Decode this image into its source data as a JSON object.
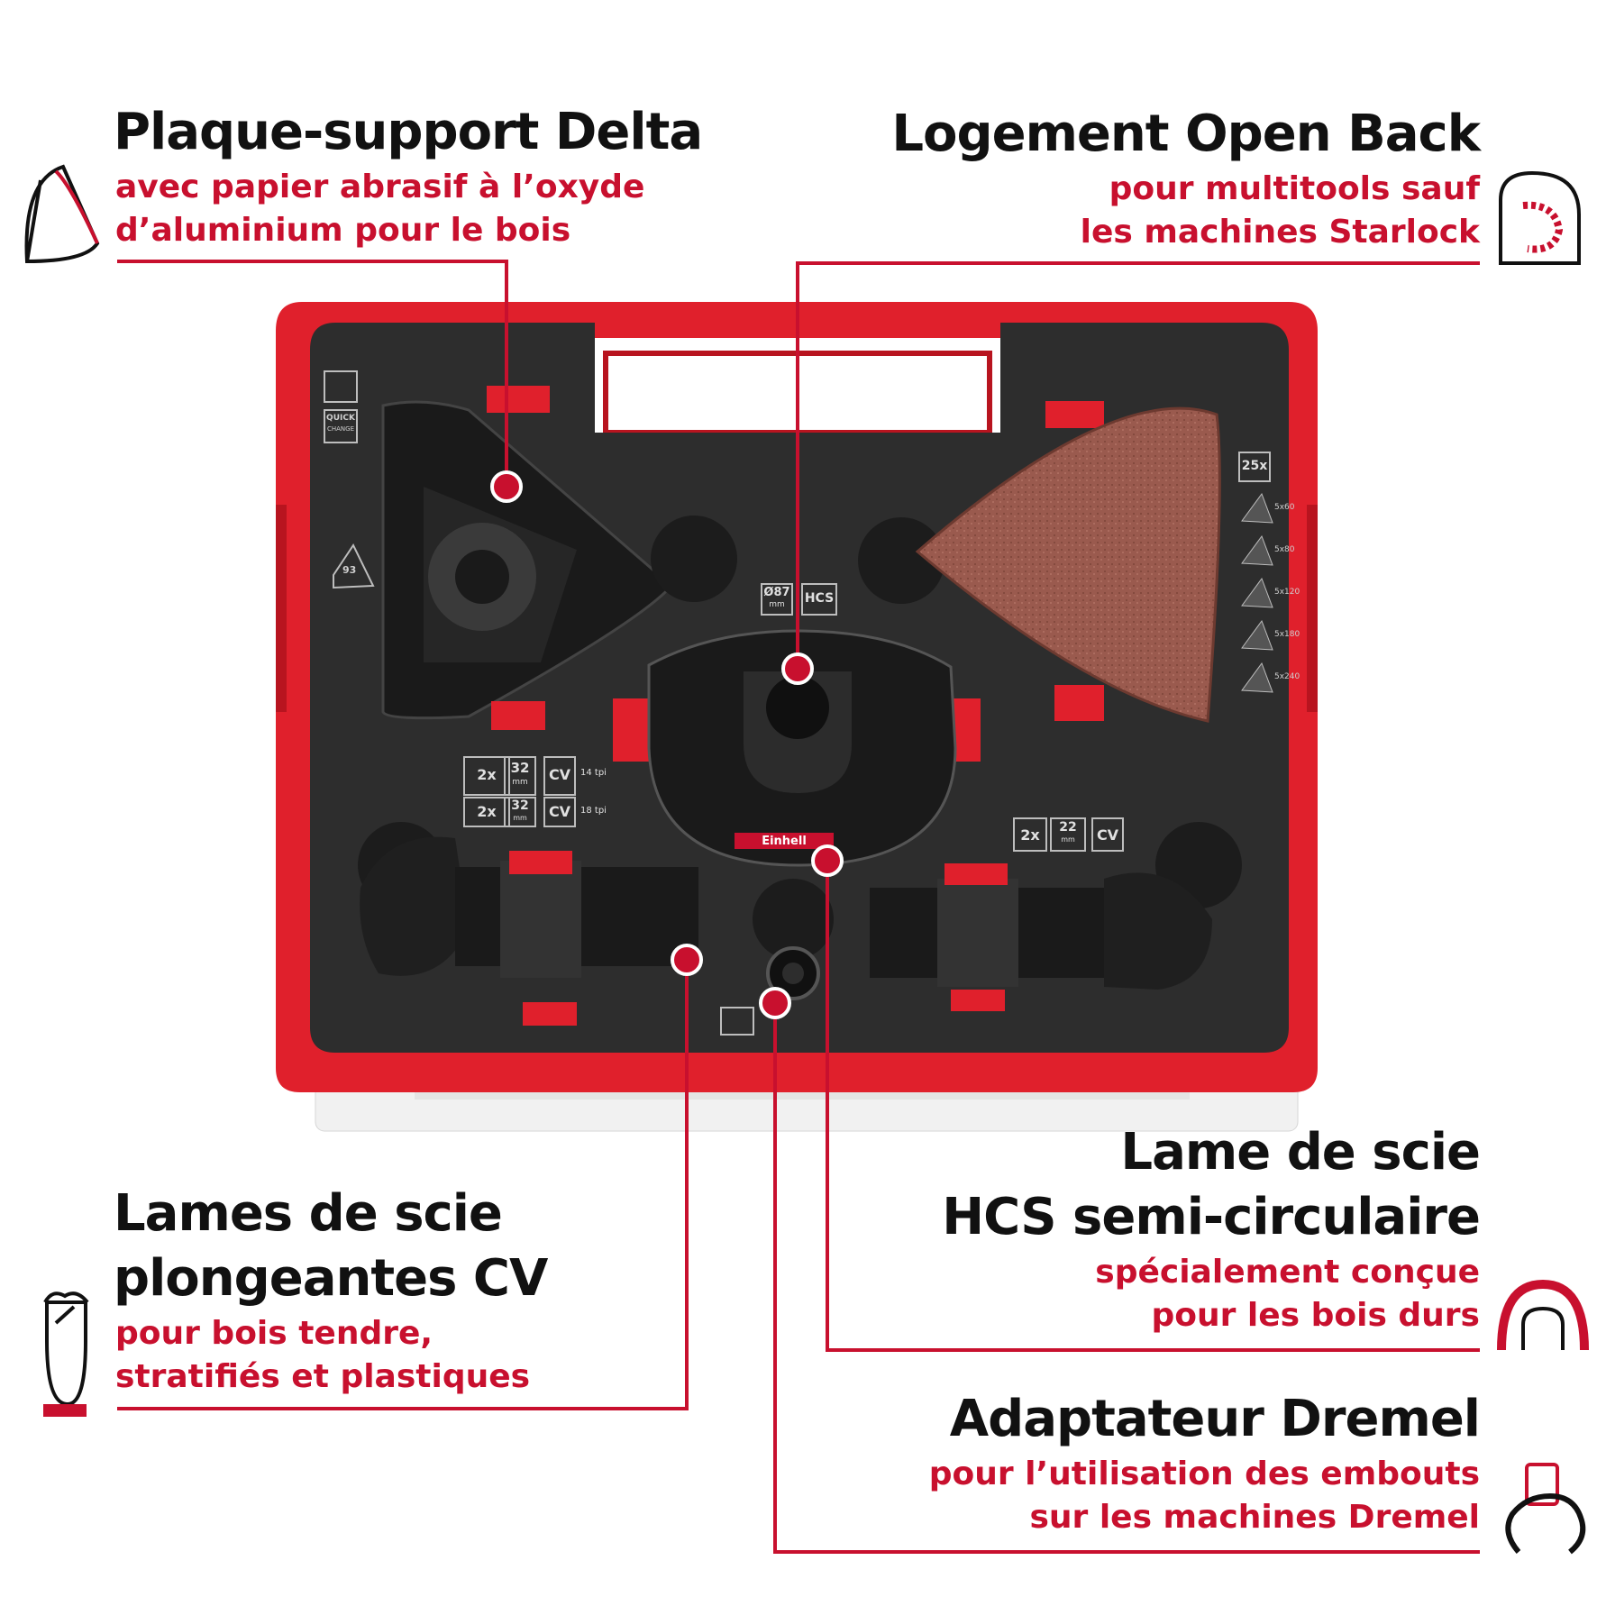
{
  "colors": {
    "accent": "#c8102e",
    "text": "#111111",
    "case_red": "#e0202c",
    "case_dark": "#2a2a2a"
  },
  "callouts": {
    "delta": {
      "title": "Plaque-support Delta",
      "sub1": "avec papier abrasif à l’oxyde",
      "sub2": "d’aluminium pour le bois",
      "icon": "delta-sanding-pad-icon"
    },
    "openback": {
      "title": "Logement Open Back",
      "sub1": "pour multitools sauf",
      "sub2": "les machines Starlock",
      "icon": "open-back-mount-icon"
    },
    "plunge": {
      "title1": "Lames de scie",
      "title2": "plongeantes CV",
      "sub1": "pour bois tendre,",
      "sub2": "stratifiés et plastiques",
      "icon": "plunge-blade-icon"
    },
    "hcs": {
      "title1": "Lame de scie",
      "title2": "HCS semi-circulaire",
      "sub1": "spécialement conçue",
      "sub2": "pour les bois durs",
      "icon": "semi-circular-blade-icon"
    },
    "dremel": {
      "title": "Adaptateur Dremel",
      "sub1": "pour l’utilisation des embouts",
      "sub2": "sur les machines Dremel",
      "icon": "dremel-adapter-icon"
    }
  },
  "case_labels": {
    "brand": "Einhell",
    "quick": "QUICK",
    "change": "CHANGE",
    "diam87": "Ø87",
    "mm": "mm",
    "hcs": "HCS",
    "qty25": "25x",
    "delta93": "93",
    "grits": [
      "5x60",
      "5x80",
      "5x120",
      "5x180",
      "5x240"
    ],
    "row1": {
      "qty": "2x",
      "size": "32",
      "unit": "mm",
      "mat": "CV",
      "tpi": "14 tpi"
    },
    "row2": {
      "qty": "2x",
      "size": "32",
      "unit": "mm",
      "mat": "CV",
      "tpi": "18 tpi"
    },
    "row3": {
      "qty": "2x",
      "size": "22",
      "unit": "mm",
      "mat": "CV"
    }
  }
}
